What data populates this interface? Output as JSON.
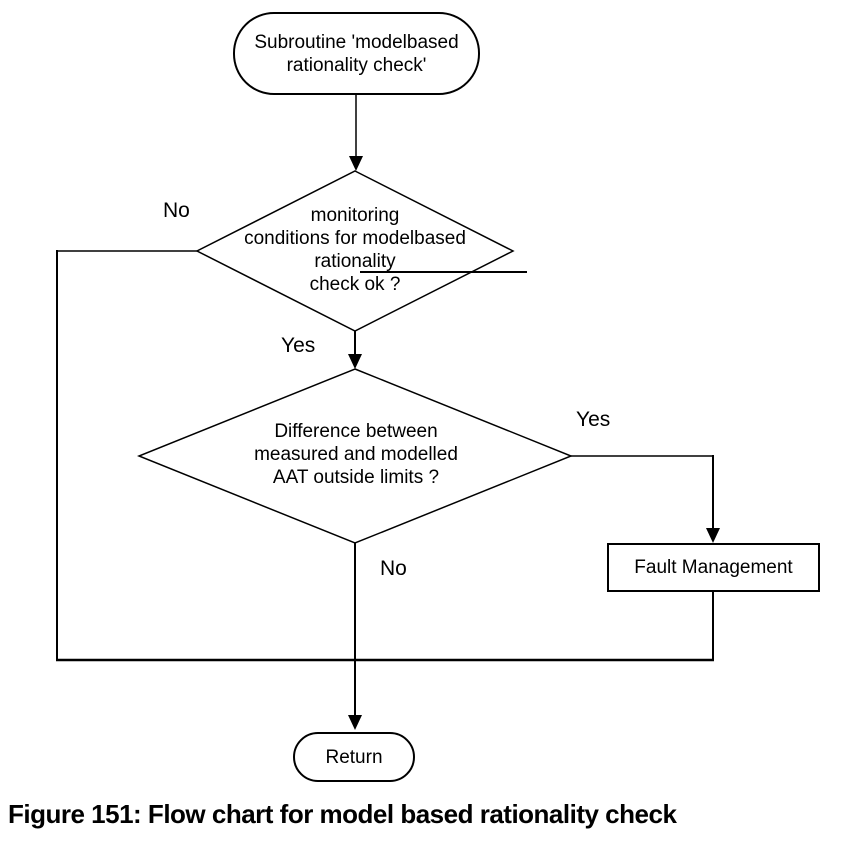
{
  "figure": {
    "caption": "Figure 151: Flow chart for model based rationality check"
  },
  "flowchart": {
    "colors": {
      "line": "#000000",
      "background": "#ffffff",
      "text": "#000000"
    },
    "nodes": {
      "start": {
        "type": "terminator",
        "lines": [
          "Subroutine 'modelbased",
          "rationality check'"
        ]
      },
      "decision1": {
        "type": "decision",
        "lines": [
          "monitoring",
          "conditions for modelbased",
          "rationality",
          "check ok ?"
        ]
      },
      "decision2": {
        "type": "decision",
        "lines": [
          "Difference between",
          "measured and modelled",
          "AAT outside limits ?"
        ]
      },
      "fault": {
        "type": "process",
        "label": "Fault Management"
      },
      "end": {
        "type": "terminator",
        "label": "Return"
      }
    },
    "edge_labels": {
      "decision1_no": "No",
      "decision1_yes": "Yes",
      "decision2_yes": "Yes",
      "decision2_no": "No"
    }
  }
}
